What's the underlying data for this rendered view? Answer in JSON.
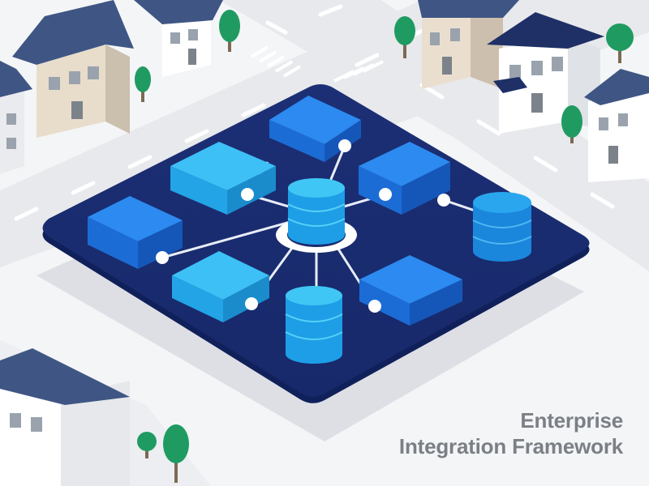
{
  "caption": {
    "line1": "Enterprise",
    "line2": "Integration Framework"
  },
  "colors": {
    "background": "#f4f5f7",
    "road": "#e6e8eb",
    "platform": "#1a2b6d",
    "platform_edge": "#10205a",
    "module_blue": "#1f6fe0",
    "module_cyan": "#22a6ec",
    "database": "#2ab8f0",
    "connector": "#ffffff",
    "roof": "#3f5684",
    "tree": "#1f9b62",
    "caption": "#7b7f86"
  },
  "diagram": {
    "hub": "central-database",
    "modules": [
      "module-top",
      "module-upper-left",
      "module-upper-right",
      "module-left",
      "module-lower-left",
      "module-lower-right"
    ],
    "databases": [
      "central-database",
      "right-database",
      "bottom-database"
    ]
  }
}
